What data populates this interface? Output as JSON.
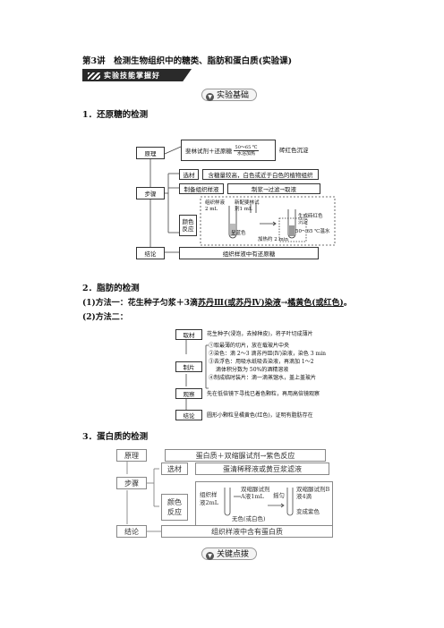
{
  "lesson_title": "第3讲　检测生物组织中的糖类、脂肪和蛋白质(实验课)",
  "banner_label": "实验技能掌握好",
  "pill_basics": "实验基础",
  "pill_keypoints": "关键点拨",
  "section1": {
    "heading": "1．还原糖的检测",
    "principle_label": "原理",
    "principle_left": "斐林试剂＋还原糖",
    "principle_top": "50～65 ℃",
    "principle_bottom": "水浴加热",
    "principle_right": "砖红色沉淀",
    "steps_label": "步骤",
    "select_label": "选材",
    "select_text": "含糖量较高，白色或近于白色的植物组织",
    "prep_label": "制备组织样液",
    "prep_text": "制浆→过滤→取液",
    "color_label": "颜色反应",
    "tube1": "组织样液2 mL",
    "tube2": "新配斐林试剂1 mL",
    "blue": "呈蓝色",
    "brick_red": "生成砖红色沉淀",
    "bath": "50～65 ℃温水",
    "heat": "加热约 2 min",
    "result_label": "结论",
    "result_text": "组织样液中有还原糖"
  },
  "section2": {
    "heading": "2．脂肪的检测",
    "method1_prefix": "(1)方法一：花生种子匀浆＋3滴",
    "method1_reagent": "苏丹Ⅲ(或苏丹Ⅳ)染液",
    "method1_arrow": "→",
    "method1_color": "橘黄色(或红色)",
    "method1_end": "。",
    "method2": "(2)方法二：",
    "take_label": "取材",
    "take_text": "花生种子(浸泡，去掉种皮)，将子叶切成薄片",
    "slide_label": "制片",
    "slide_1": "①取最薄的切片，放在载玻片中央",
    "slide_2": "②染色：滴 2～3 滴苏丹Ⅲ(Ⅳ)染液，染色 3 min",
    "slide_3": "③去浮色：用吸水纸吸去染液，再滴加 1～2",
    "slide_3b": "滴体积分数为 50%的酒精溶液",
    "slide_4": "④制成临时装片：滴一滴蒸馏水，盖上盖玻片",
    "observe_label": "观察",
    "observe_text": "先在低倍镜下寻找已着色颗粒，再用高倍镜观察",
    "conclude_label": "结论",
    "conclude_text": "圆形小颗粒呈橘黄色(红色)，证明有脂肪存在"
  },
  "section3": {
    "heading": "3．蛋白质的检测",
    "principle_label": "原理",
    "principle_text": "蛋白质＋双缩脲试剂→紫色反应",
    "steps_label": "步骤",
    "select_label": "选材",
    "select_text": "蛋清稀释液或黄豆浆滤液",
    "color_label": "颜色反应",
    "sample": "组织样液2mL",
    "reagent_a": "双缩脲试剂A液1mL",
    "shake": "摇匀",
    "reagent_b": "双缩脲试剂B液4滴",
    "colorless": "无色(或白色)",
    "purple": "变成紫色",
    "result_label": "结论",
    "result_text": "组织样液中含有蛋白质"
  }
}
